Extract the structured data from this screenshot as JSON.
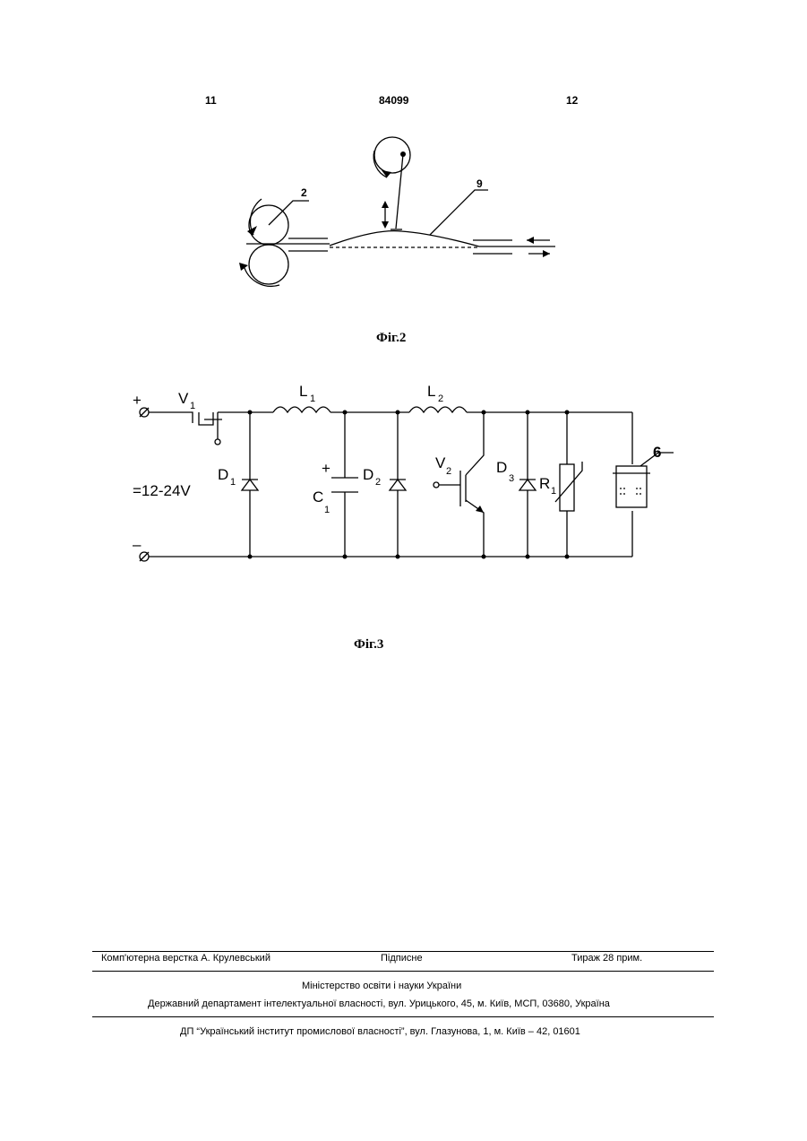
{
  "header": {
    "left_page": "11",
    "patent_number": "84099",
    "right_page": "12"
  },
  "fig2": {
    "caption": "Фіг.2",
    "ref_2": "2",
    "ref_9": "9"
  },
  "fig3": {
    "caption": "Фіг.3",
    "plus": "+",
    "minus": "–",
    "voltage": "=12-24V",
    "V1": "V",
    "V1_sub": "1",
    "L1": "L",
    "L1_sub": "1",
    "L2": "L",
    "L2_sub": "2",
    "D1": "D",
    "D1_sub": "1",
    "C1": "C",
    "C1_sub": "1",
    "C1_plus": "+",
    "D2": "D",
    "D2_sub": "2",
    "V2": "V",
    "V2_sub": "2",
    "D3": "D",
    "D3_sub": "3",
    "R1": "R",
    "R1_sub": "1",
    "ref_6": "6"
  },
  "footer": {
    "typesetting": "Комп'ютерна верстка А. Крулевський",
    "signed": "Підписне",
    "circulation": "Тираж 28 прим.",
    "ministry": "Міністерство освіти і науки України",
    "department": "Державний департамент інтелектуальної власності, вул. Урицького, 45, м. Київ, МСП, 03680, Україна",
    "institute": "ДП “Український інститут промислової власності”, вул. Глазунова, 1, м. Київ – 42, 01601"
  }
}
